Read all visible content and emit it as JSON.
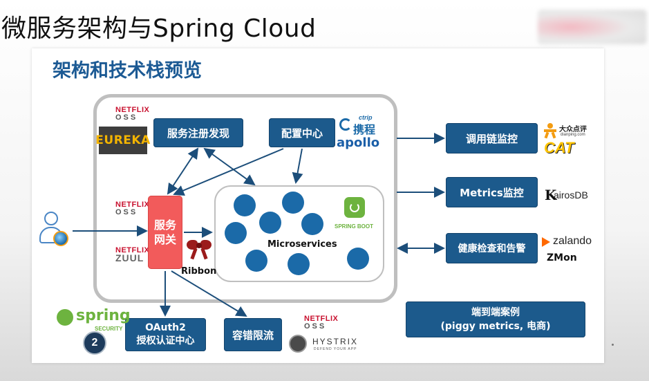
{
  "slide_title": "微服务架构与Spring Cloud",
  "panel_title": "架构和技术栈预览",
  "boxes": {
    "registry": "服务注册发现",
    "config": "配置中心",
    "gateway_l1": "服务",
    "gateway_l2": "网关",
    "microservices": "Microservices",
    "ribbon": "Ribbon",
    "oauth_l1": "OAuth2",
    "oauth_l2": "授权认证中心",
    "hystrix_box": "容错限流",
    "tracing": "调用链监控",
    "metrics": "Metrics监控",
    "health": "健康检查和告警",
    "e2e_l1": "端到端案例",
    "e2e_l2": "(piggy metrics, 电商)"
  },
  "logos": {
    "netflix": "NETFLIX",
    "oss": "OSS",
    "eureka": "EUREKA",
    "zuul": "ZUUL",
    "ctrip_tag": "ctrip",
    "ctrip": "携程",
    "apollo": "apollo",
    "spring_boot": "SPRING BOOT",
    "dianping": "大众点评",
    "dianping_url": "dianping.com",
    "cat": "CAT",
    "kairos_k": "K",
    "kairos": "airosDB",
    "zalando": "zalando",
    "zmon": "ZMon",
    "spring": "spring",
    "security": "SECURITY",
    "hystrix": "HYSTRIX",
    "hystrix_tag": "DEFEND YOUR APP"
  },
  "colors": {
    "box_blue": "#1c5a8c",
    "gateway_red": "#f25b5b",
    "title_blue": "#1c5a94",
    "dot_blue": "#1b6aa8"
  }
}
